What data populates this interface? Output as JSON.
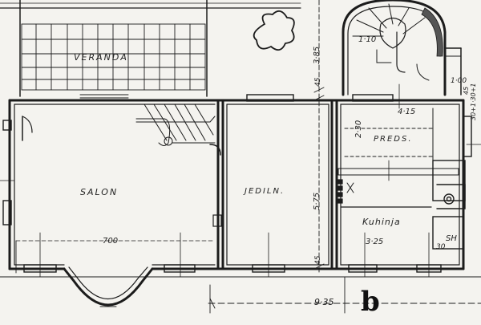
{
  "rooms": {
    "veranda": "VERANDA",
    "salon": "SALON",
    "jediln": "JEDILN.",
    "preds": "PREDS.",
    "kuhinja": "Kuhinja",
    "sh": "SH"
  },
  "dimensions": {
    "salon_width": "700",
    "total_width": "9·35",
    "kitchen_width": "3·25",
    "preds_width": "4·15",
    "preds_depth": "2·30",
    "dining_depth": "5·75",
    "upper_depth": "3·85",
    "wall_a": "45",
    "wall_b": "45",
    "wall_c": "45",
    "stair_width": "1·10",
    "hall_width": "1·00",
    "sh_width": "30",
    "side_note": "30+1·30+1"
  },
  "sheet_mark": "b"
}
